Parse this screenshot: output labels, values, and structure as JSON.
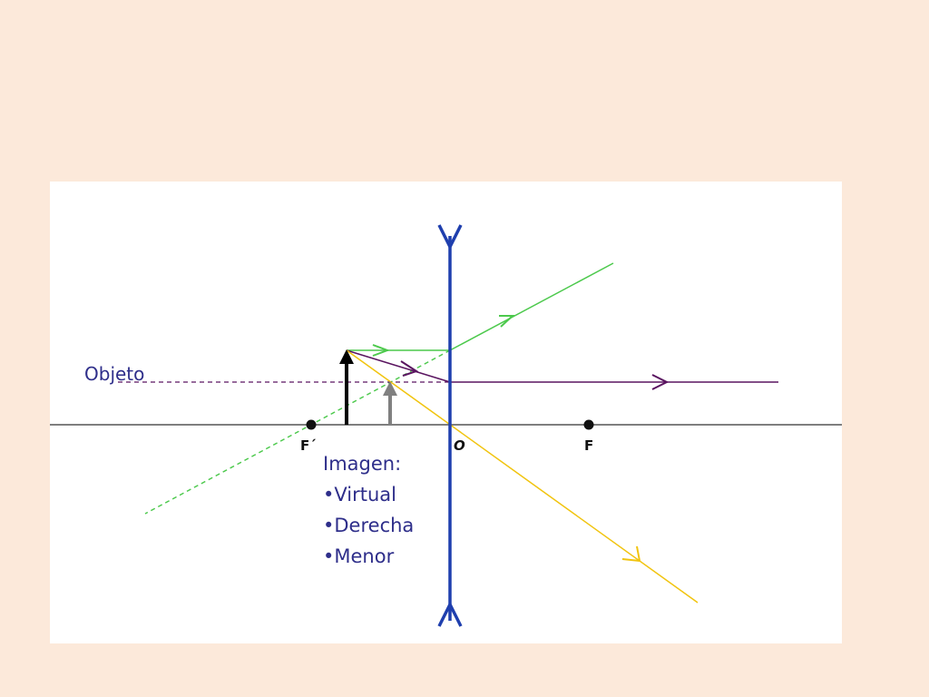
{
  "diagram": {
    "labels": {
      "object": "Objeto",
      "focus_near": "F´",
      "center": "O",
      "focus_far": "F"
    },
    "image_notes": {
      "title": "Imagen:",
      "items": [
        "•Virtual",
        "•Derecha",
        "•Menor"
      ]
    },
    "colors": {
      "page_background": "#FCE9DA",
      "panel_background": "#FFFFFF",
      "axis": "#555555",
      "lens": "#1F3FAE",
      "ray_green": "#4CC94C",
      "ray_purple": "#5A1560",
      "ray_yellow": "#F1C40F",
      "object_arrow": "#000000",
      "image_arrow": "#808080",
      "label_text": "#2E2E8A"
    },
    "lens_type": "diverging",
    "icons": {
      "lens_top_end": "v-fork-icon",
      "lens_bottom_end": "inverted-v-fork-icon"
    }
  }
}
